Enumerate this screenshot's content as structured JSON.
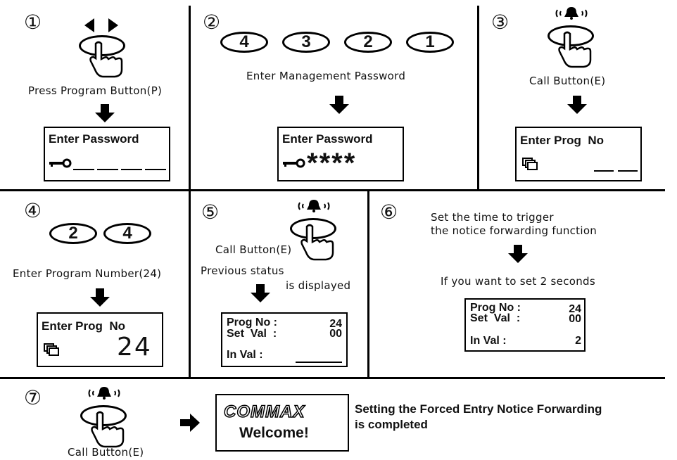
{
  "step1": {
    "number": "①",
    "caption": "Press Program Button(P)",
    "lcd_title": "Enter Password"
  },
  "step2": {
    "number": "②",
    "digits": [
      "4",
      "3",
      "2",
      "1"
    ],
    "caption": "Enter Management Password",
    "lcd_title": "Enter Password",
    "lcd_value": "****"
  },
  "step3": {
    "number": "③",
    "caption": "Call Button(E)",
    "lcd_title": "Enter Prog  No"
  },
  "step4": {
    "number": "④",
    "digits": [
      "2",
      "4"
    ],
    "caption": "Enter Program Number(24)",
    "lcd_title": "Enter Prog  No",
    "lcd_value": "24"
  },
  "step5": {
    "number": "⑤",
    "caption": "Call Button(E)",
    "status_line1": "Previous status",
    "status_line2": "is displayed",
    "lcd": {
      "prog_label": "Prog No :",
      "prog_value": "24",
      "set_label": "Set  Val  :",
      "set_value": "00",
      "in_label": "In Val :"
    }
  },
  "step6": {
    "number": "⑥",
    "caption_line1": "Set the time to trigger",
    "caption_line2": "the notice forwarding function",
    "caption2": "If you want to set 2 seconds",
    "lcd": {
      "prog_label": "Prog No :",
      "prog_value": "24",
      "set_label": "Set  Val  :",
      "set_value": "00",
      "in_label": "In Val :",
      "in_value": "2"
    }
  },
  "step7": {
    "number": "⑦",
    "caption": "Call Button(E)",
    "brand": "COMMAX",
    "welcome": "Welcome!",
    "result_line1": "Setting the Forced Entry Notice Forwarding",
    "result_line2": "is completed"
  }
}
